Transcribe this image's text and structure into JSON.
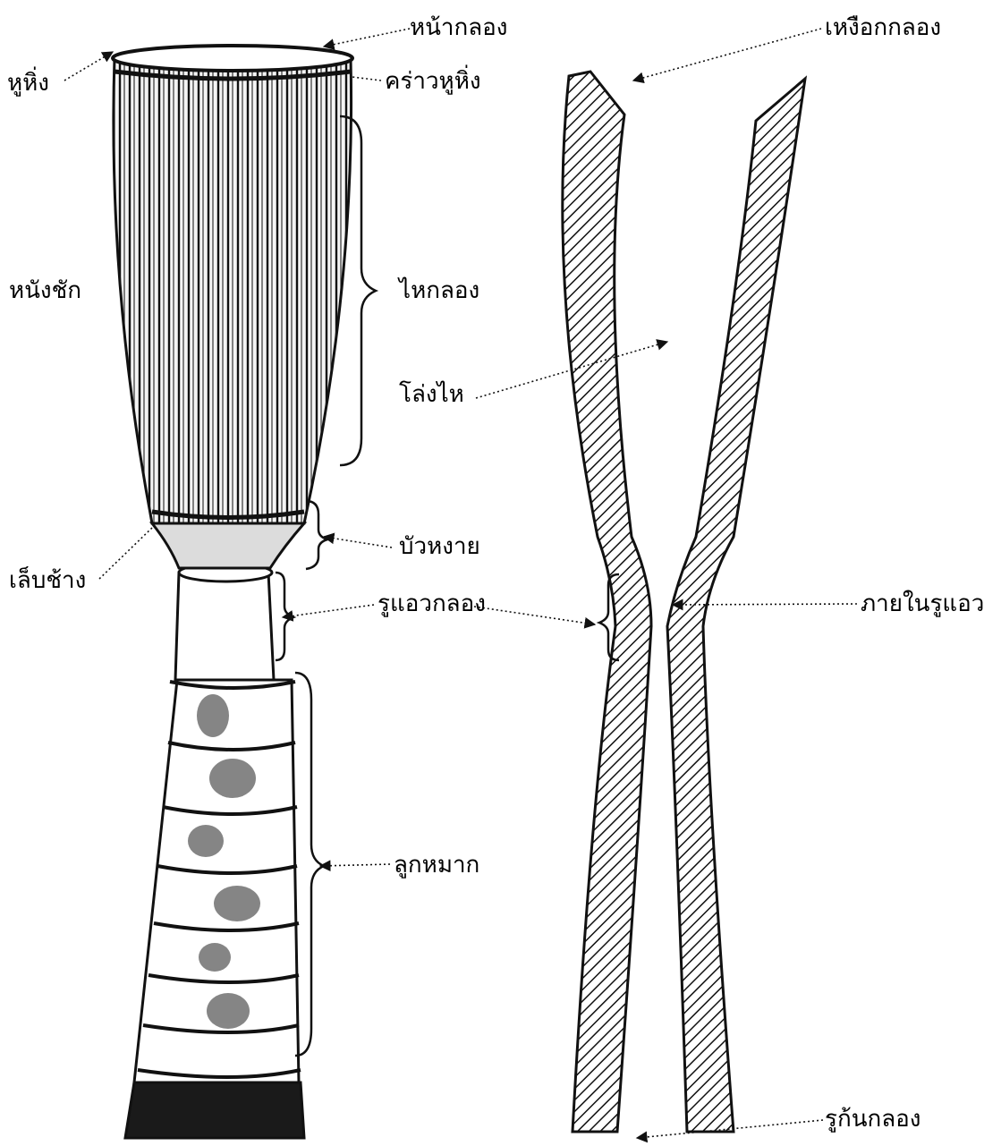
{
  "diagram": {
    "labels": {
      "drum_head": "หน้ากลอง",
      "hu_hing": "หูหิ่ง",
      "khrao_hu_hing": "คร่าวหูหิ่ง",
      "nang_chak": "หนังชัก",
      "hai_klong": "ไหกลอง",
      "lep_chang": "เล็บช้าง",
      "bua_ngai": "บัวหงาย",
      "ru_aeo_klong": "รูแอวกลอง",
      "luk_mak": "ลูกหมาก",
      "nguak_klong": "เหงือกกลอง",
      "long_hai": "โล่งไห",
      "phai_nai_ru_aeo": "ภายในรูแอว",
      "ru_kon_klong": "รูก้นกลอง"
    },
    "ink_color": "#111111",
    "paper_color": "#ffffff"
  }
}
